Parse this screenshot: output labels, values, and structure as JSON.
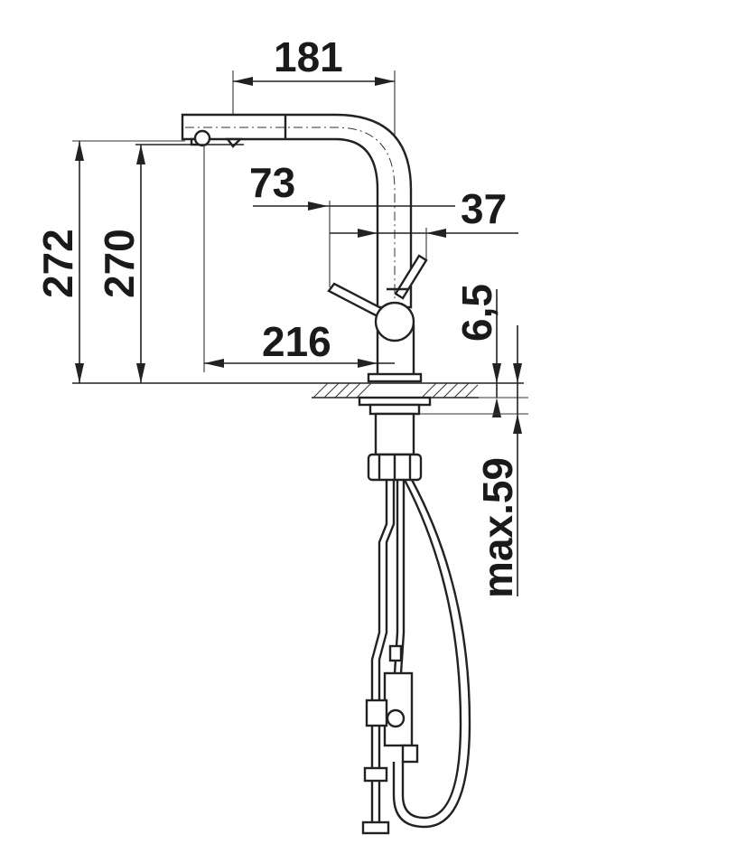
{
  "dimensions": {
    "spout_reach": "181",
    "lever_offset": "73",
    "body_offset": "37",
    "total_height": "272",
    "outlet_height": "270",
    "projection": "216",
    "flange": "6,5",
    "max_counter_thickness": "max.59"
  }
}
